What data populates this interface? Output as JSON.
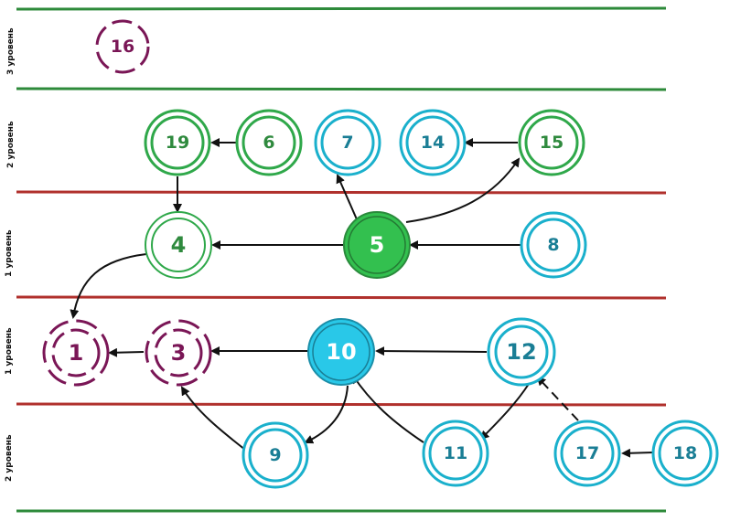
{
  "colors": {
    "green_line": "#2d8a3a",
    "red_line": "#b0302c",
    "green_node": "#2fa84a",
    "green_fill": "#33c04f",
    "teal_node": "#1ab0cc",
    "teal_text": "#1a7e95",
    "teal_fill": "#29c8e8",
    "purple_node": "#7a1656",
    "arrow": "#111111",
    "white": "#ffffff"
  },
  "levels": {
    "l3_top": "3 уровень",
    "l2_top": "2 уровень",
    "l1_upper": "1 уровень",
    "l1_lower": "1 уровень",
    "l2_bottom": "2 уровень"
  },
  "nodes": {
    "n16": "16",
    "n19": "19",
    "n6": "6",
    "n7": "7",
    "n14": "14",
    "n15": "15",
    "n4": "4",
    "n5": "5",
    "n8": "8",
    "n1": "1",
    "n3": "3",
    "n10": "10",
    "n12": "12",
    "n9": "9",
    "n11": "11",
    "n17": "17",
    "n18": "18"
  }
}
